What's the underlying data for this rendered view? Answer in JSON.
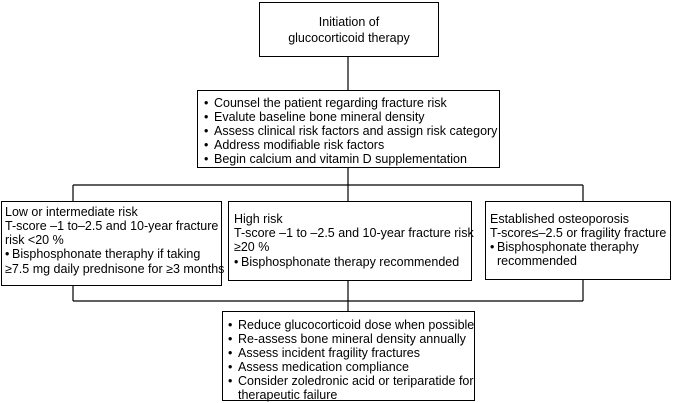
{
  "start": {
    "line1": "Initiation of",
    "line2": "glucocorticoid therapy"
  },
  "initial_steps": [
    "Counsel the patient regarding fracture risk",
    "Evalute baseline bone mineral density",
    "Assess clinical risk factors and assign risk category",
    "Address modifiable risk factors",
    "Begin calcium and vitamin D supplementation"
  ],
  "low_risk": {
    "title": "Low or intermediate risk",
    "criteria_line1": "T-score –1 to–2.5 and 10-year fracture",
    "criteria_line2": "risk <20 %",
    "rec_line1": "Bisphosphonate theraphy if taking",
    "rec_line2": "≥7.5 mg daily prednisone for ≥3 months"
  },
  "high_risk": {
    "title": "High risk",
    "criteria_line1": "T-score –1 to –2.5 and 10-year fracture risk",
    "criteria_line2": "≥20 %",
    "rec_line1": "Bisphosphonate therapy recommended"
  },
  "osteoporosis": {
    "title": "Established osteoporosis",
    "criteria_line1": "T-score≤–2.5 or fragility fracture",
    "rec_line1": "Bisphosphonate theraphy",
    "rec_line2": "recommended"
  },
  "follow_up": [
    "Reduce glucocorticoid dose when possible",
    "Re-assess bone mineral density annually",
    "Assess incident fragility fractures",
    "Assess medication compliance",
    "Consider zoledronic acid or teriparatide for"
  ],
  "follow_up_cont": "therapeutic failure",
  "bullet": "•"
}
